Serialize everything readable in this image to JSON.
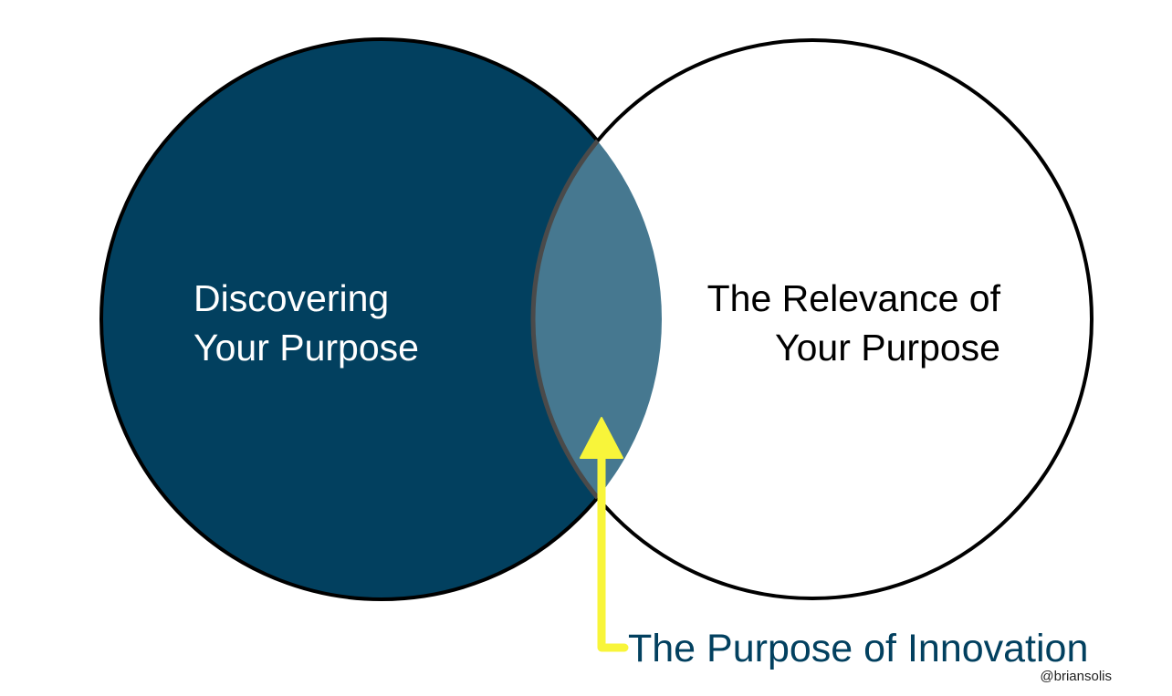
{
  "diagram": {
    "left_set": {
      "line1": "Discovering",
      "line2": "Your Purpose",
      "fill": "#02405F",
      "text_color": "#FFFFFF"
    },
    "right_set": {
      "line1": "The Relevance of",
      "line2": "Your Purpose",
      "fill": "#FFFFFF",
      "text_color": "#000000"
    },
    "intersection": {
      "fill": "#467890"
    },
    "pointer": {
      "color": "#F8F53A",
      "icon": "arrow-up-icon"
    },
    "caption": {
      "text": "The Purpose of Innovation",
      "color": "#02405F"
    },
    "credit": "@briansolis"
  }
}
